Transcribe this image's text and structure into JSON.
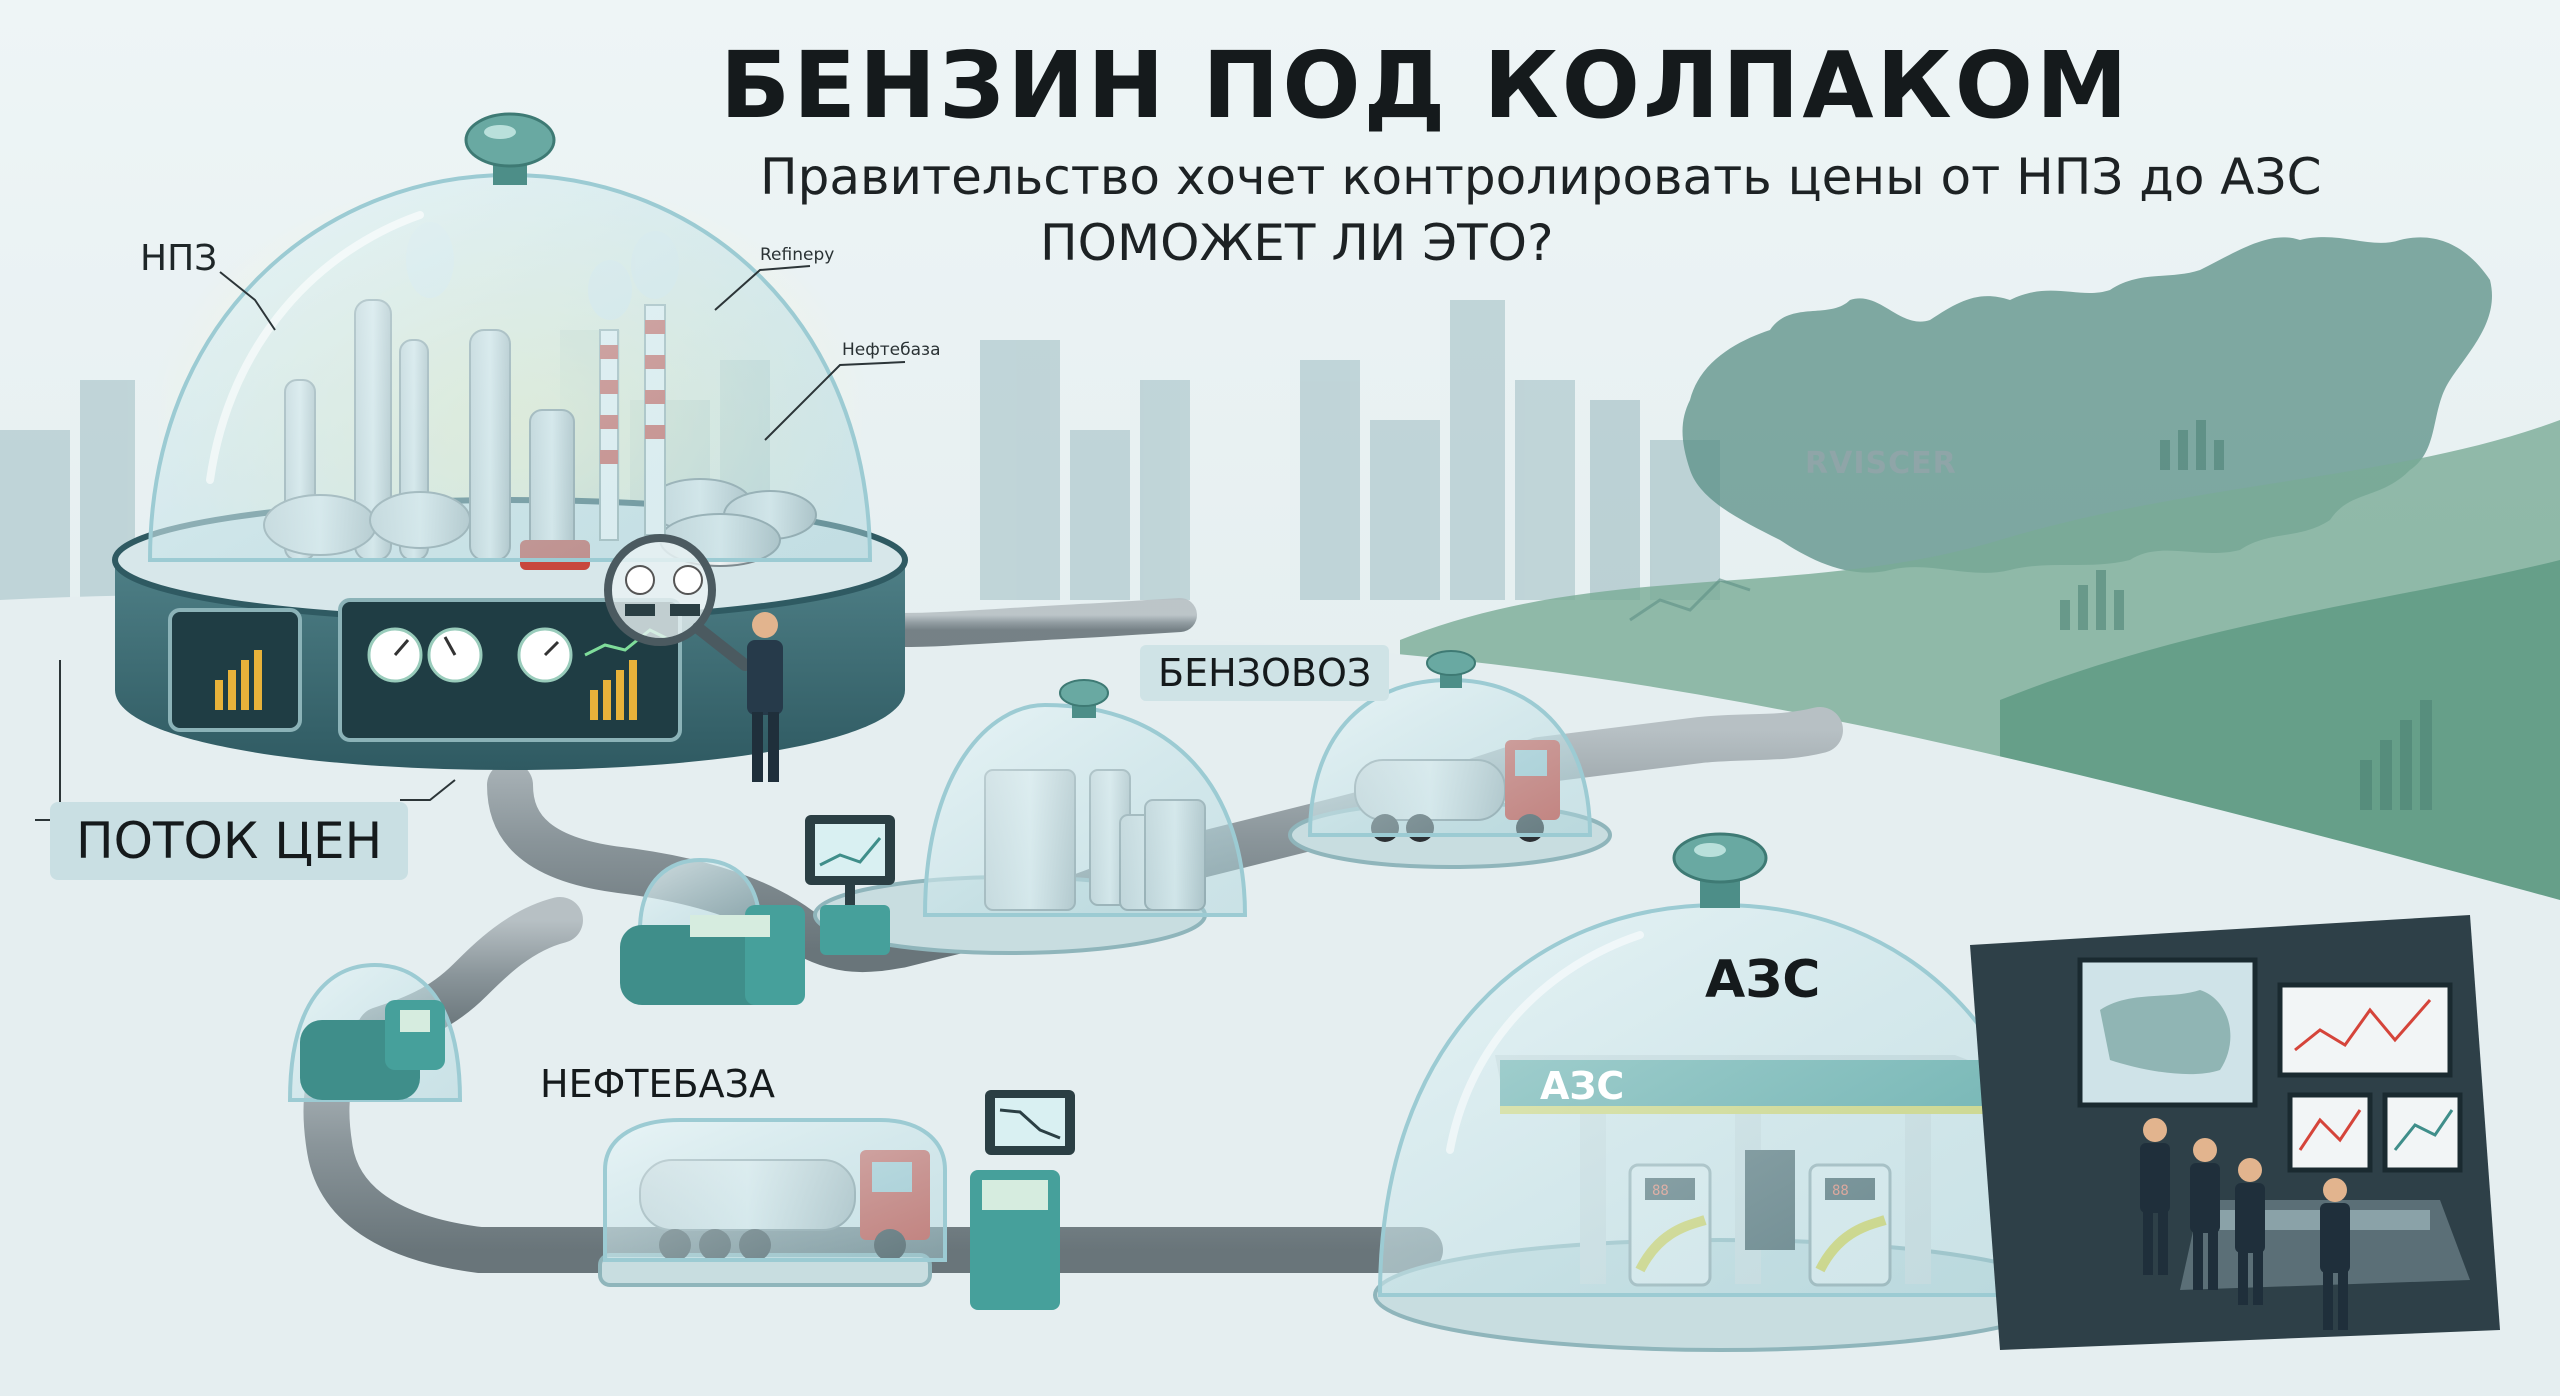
{
  "header": {
    "title": "БЕНЗИН ПОД КОЛПАКОМ",
    "subtitle_line1": "Правительство хочет контролировать цены от НПЗ до АЗС",
    "subtitle_line2": "ПОМОЖЕТ ЛИ ЭТО?"
  },
  "labels": {
    "npz": "НПЗ",
    "refinery": "Refinepy",
    "neftebaza_small": "Нефтебаза",
    "benzovoz": "БЕНЗОВОЗ",
    "price_flow": "ПОТОК ЦЕН",
    "neftebaza": "НЕФТЕБАЗА",
    "azs_dome": "АЗС",
    "azs_canopy": "АЗС",
    "map_watermark": "RVISCER"
  },
  "colors": {
    "background": "#e6eff0",
    "dome_glass": "#bfe0e6",
    "teal_equipment": "#3f8e8a",
    "pipe": "#8a959a",
    "truck_cab": "#d43a2e",
    "azs_canopy": "#2f8f86",
    "azs_stripe": "#e3d43a",
    "hills_green": "#5f9a84"
  },
  "icons": [
    "magnifier-icon",
    "gauge-icon",
    "monitor-chart-icon",
    "fuel-truck-icon",
    "fuel-pump-icon",
    "russia-map-icon"
  ]
}
